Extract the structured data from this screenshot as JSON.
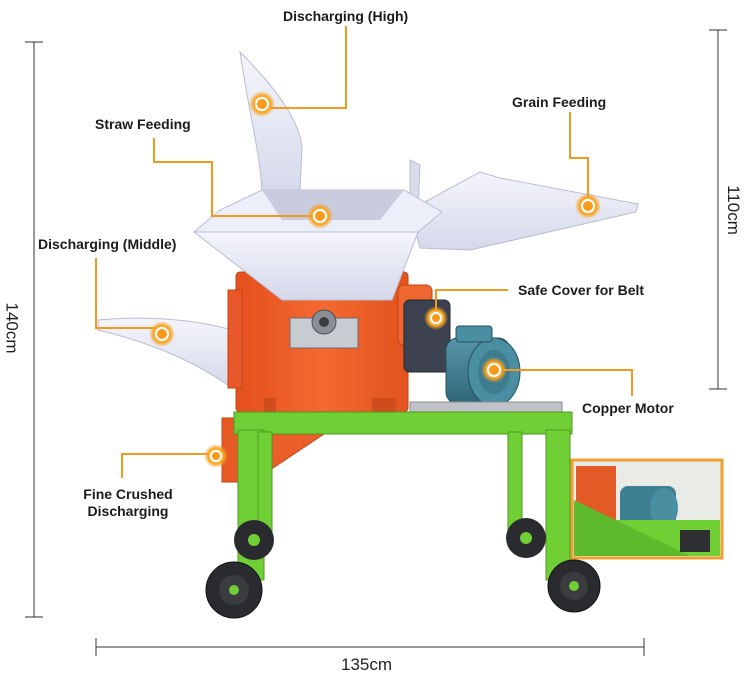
{
  "labels": {
    "discharging_high": "Discharging (High)",
    "straw_feeding": "Straw Feeding",
    "grain_feeding": "Grain Feeding",
    "discharging_middle": "Discharging (Middle)",
    "safe_cover_for_belt": "Safe Cover for Belt",
    "copper_motor": "Copper Motor",
    "fine_crushed_line1": "Fine Crushed",
    "fine_crushed_line2": "Discharging"
  },
  "dimensions": {
    "height_total": "140cm",
    "height_hopper": "110cm",
    "width_total": "135cm"
  },
  "colors": {
    "body_orange": "#f0622a",
    "frame_green": "#6fcf35",
    "hopper_white": "#e6e8f5",
    "motor_teal": "#3e7f92",
    "callout_orange": "#f39a1e",
    "inset_border": "#f0a030"
  },
  "icons": {
    "callout_marker": "orange-dot-icon"
  }
}
